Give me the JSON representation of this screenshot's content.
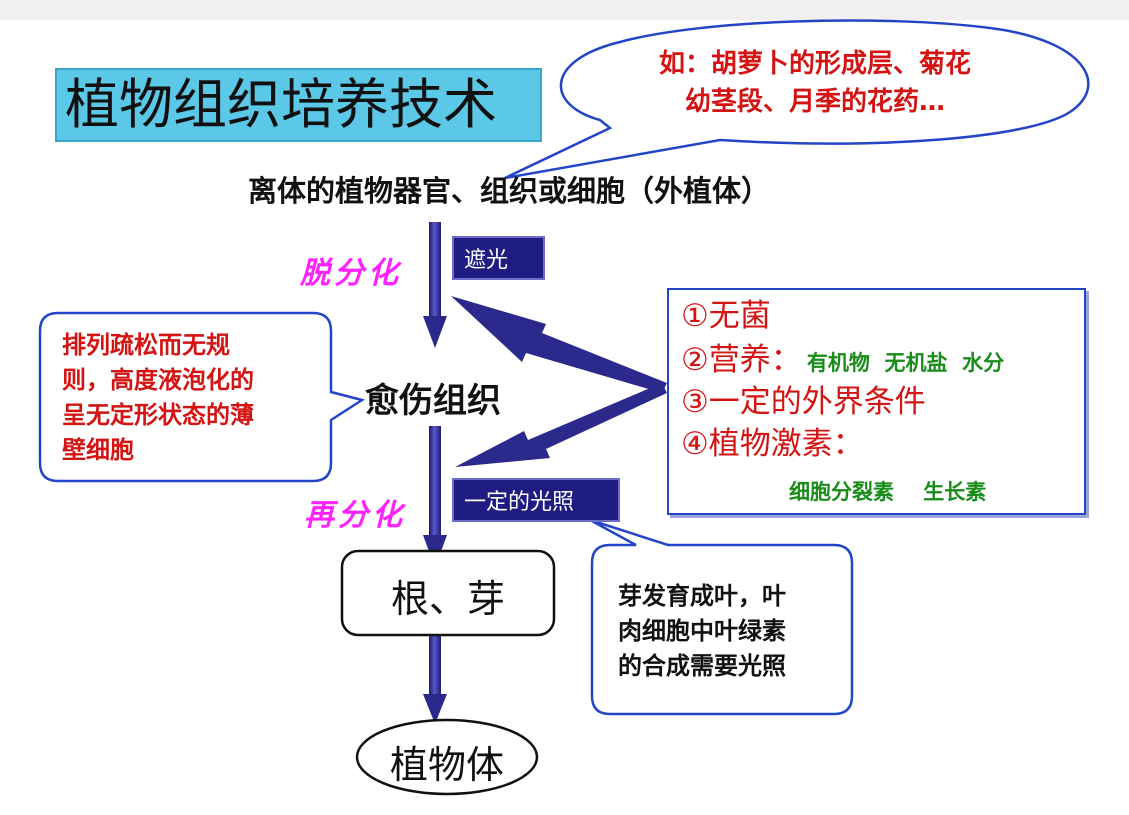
{
  "title": "植物组织培养技术",
  "example_bubble": {
    "line1": "如：胡萝卜的形成层、菊花",
    "line2": "幼茎段、月季的花药…"
  },
  "explant": "离体的植物器官、组织或细胞（外植体）",
  "dedifferentiation": {
    "label": "脱分化",
    "condition": "遮光"
  },
  "callus": {
    "label": "愈伤组织",
    "description": [
      "排列疏松而无规",
      "则，高度液泡化的",
      "呈无定形状态的薄",
      "壁细胞"
    ]
  },
  "conditions": {
    "item1": "①无菌",
    "item2_label": "②营养：",
    "item2_detail": "有机物  无机盐  水分",
    "item3": "③一定的外界条件",
    "item4": "④植物激素：",
    "hormones": "细胞分裂素    生长素"
  },
  "redifferentiation": {
    "label": "再分化",
    "condition": "一定的光照"
  },
  "light_note": [
    "芽发育成叶，叶",
    "肉细胞中叶绿素",
    "的合成需要光照"
  ],
  "root_bud": "根、芽",
  "plant": "植物体",
  "colors": {
    "title_bg": "#5bc8e8",
    "arrow": "#2b2a8c",
    "navy_box": "#1f1d82",
    "red_text": "#d41313",
    "magenta_label": "#ff22ff",
    "green_text": "#1a8c1a",
    "callout_border": "#2345c8"
  }
}
